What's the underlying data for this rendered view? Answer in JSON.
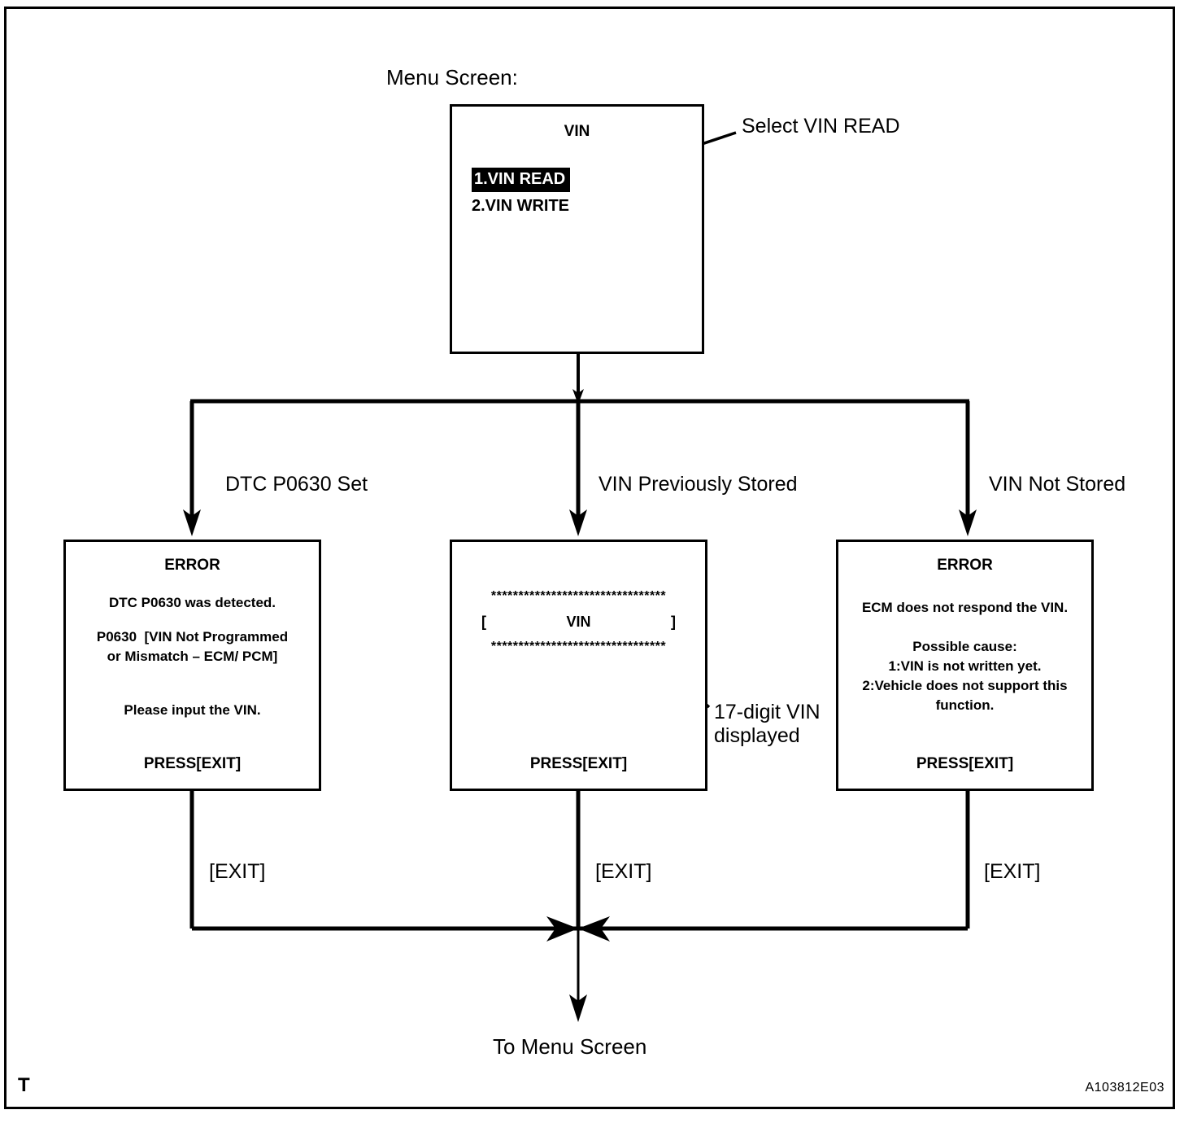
{
  "figure": {
    "corner_marker": "T",
    "figure_id": "A103812E03"
  },
  "header": {
    "menu_screen_label": "Menu Screen:"
  },
  "menu_screen": {
    "title": "VIN",
    "items": [
      {
        "label": "1.VIN READ",
        "selected": true
      },
      {
        "label": "2.VIN WRITE",
        "selected": false
      }
    ],
    "callout": "Select VIN READ"
  },
  "branches": [
    {
      "label": "DTC P0630 Set"
    },
    {
      "label": "VIN Previously Stored"
    },
    {
      "label": "VIN Not Stored"
    }
  ],
  "screens": {
    "error_dtc": {
      "title": "ERROR",
      "line1": "DTC P0630 was detected.",
      "line2": "P0630  [VIN Not Programmed",
      "line3": "or Mismatch – ECM/ PCM]",
      "line4": "Please input the VIN.",
      "footer": "PRESS[EXIT]"
    },
    "vin_display": {
      "stars_top": "********************************",
      "bracket_left": "[",
      "vin_label": "VIN",
      "bracket_right": "]",
      "stars_bottom": "********************************",
      "footer": "PRESS[EXIT]",
      "callout_line1": "17-digit VIN",
      "callout_line2": "displayed"
    },
    "error_no_vin": {
      "title": "ERROR",
      "line1": "ECM does not respond the VIN.",
      "line2": "Possible cause:",
      "line3": "1:VIN is not written yet.",
      "line4": "2:Vehicle does not support this",
      "line5": "function.",
      "footer": "PRESS[EXIT]"
    }
  },
  "exit_labels": [
    {
      "label": "[EXIT]"
    },
    {
      "label": "[EXIT]"
    },
    {
      "label": "[EXIT]"
    }
  ],
  "footer": {
    "to_menu_screen": "To Menu Screen"
  },
  "colors": {
    "ink": "#000000",
    "paper": "#ffffff"
  }
}
